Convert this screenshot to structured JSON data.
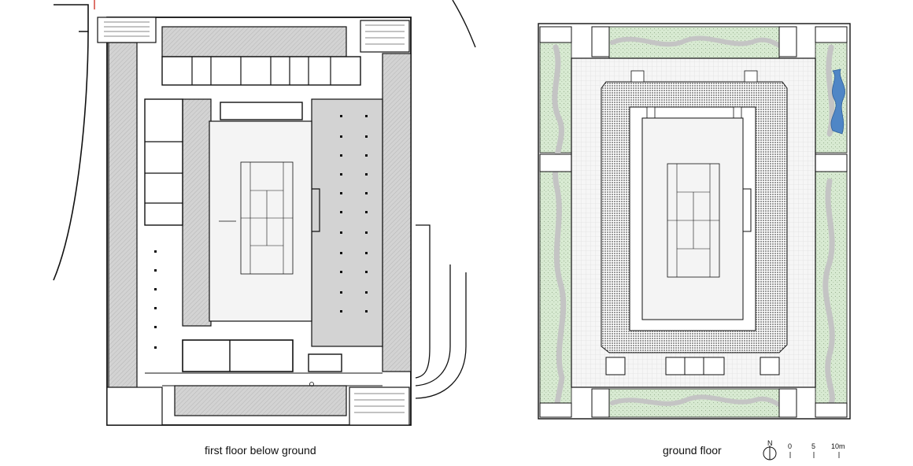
{
  "captions": {
    "left": "first floor below ground",
    "right": "ground floor"
  },
  "scale": {
    "north": "N",
    "ticks": [
      "0",
      "5",
      "10m"
    ]
  },
  "colors": {
    "wall_fill": "#d3d3d3",
    "line": "#111111",
    "court": "#f4f4f4",
    "landscape": "#d8ead2",
    "path": "#c4c4c4",
    "water": "#4f86c6"
  }
}
